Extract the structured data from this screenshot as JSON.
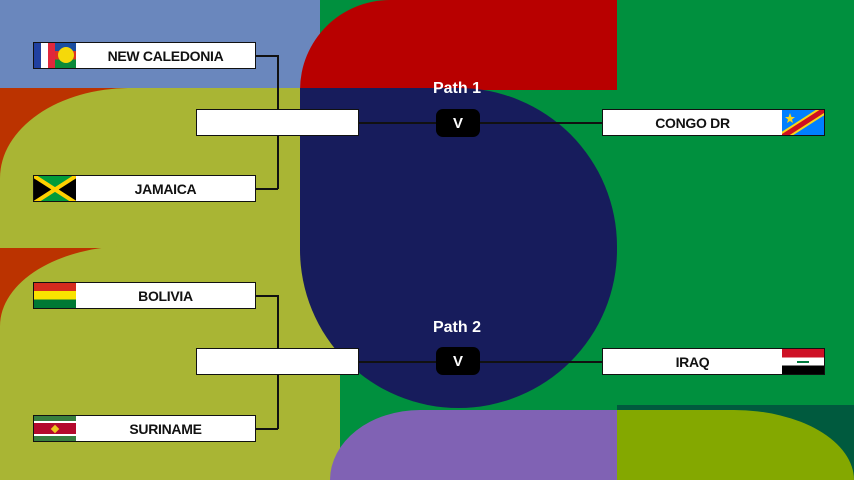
{
  "colors": {
    "blue": "#6a87bd",
    "olive": "#a9b534",
    "red": "#b80000",
    "navy": "#171c5c",
    "green": "#00903e",
    "purple": "#8062b4",
    "lime": "#84a800",
    "orange": "#bb3300"
  },
  "paths": [
    {
      "label": "Path 1",
      "badge": "V",
      "teams": [
        "NEW CALEDONIA",
        "JAMAICA"
      ],
      "opponent": "CONGO DR"
    },
    {
      "label": "Path 2",
      "badge": "V",
      "teams": [
        "BOLIVIA",
        "SURINAME"
      ],
      "opponent": "IRAQ"
    }
  ]
}
